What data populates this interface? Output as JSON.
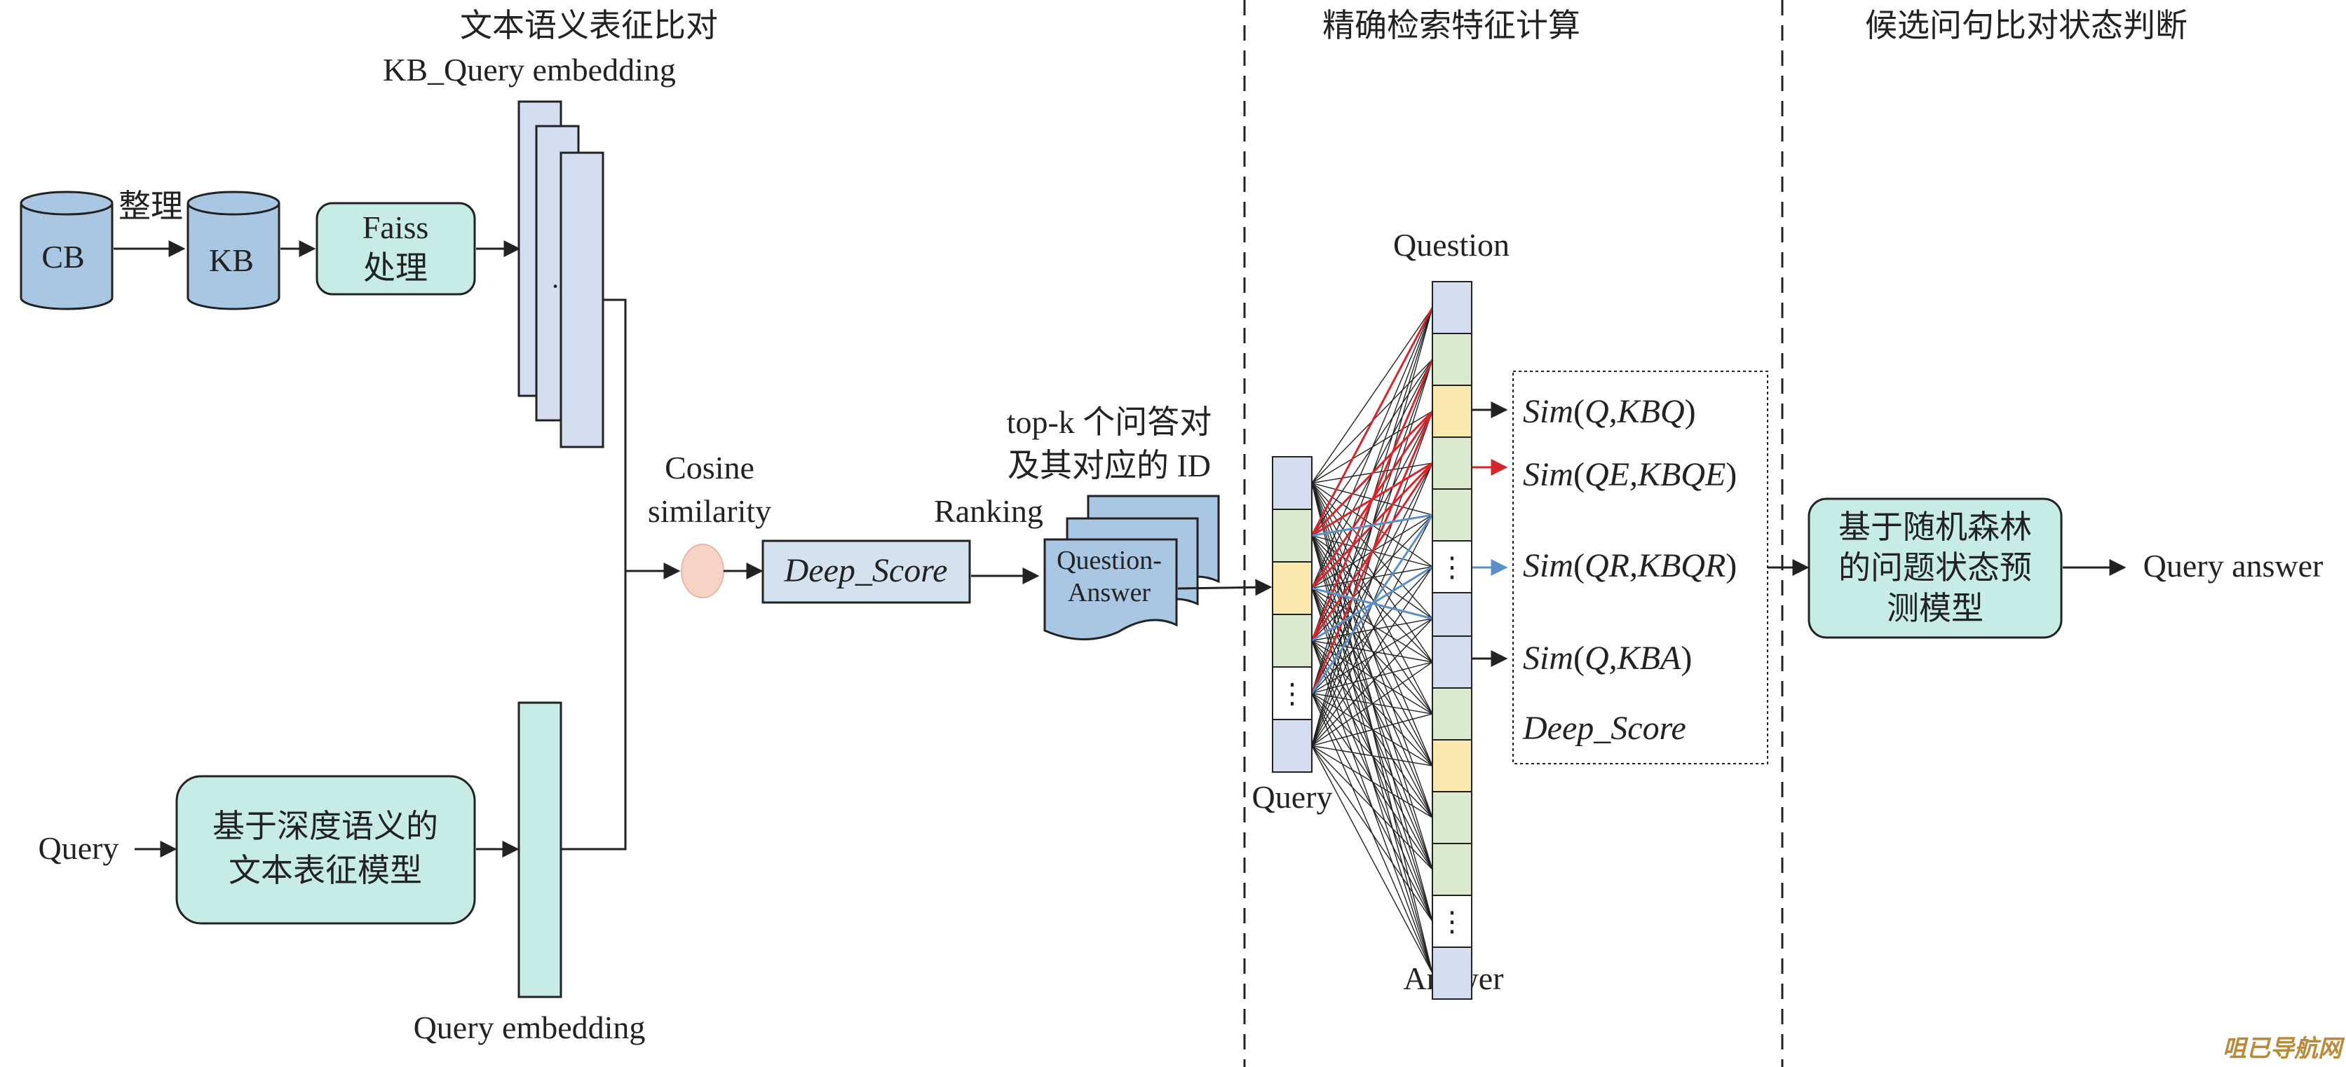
{
  "sections": {
    "s1": "文本语义表征比对",
    "s2": "精确检索特征计算",
    "s3": "候选问句比对状态判断"
  },
  "top": {
    "kb_query_embedding": "KB_Query embedding",
    "cb": "CB",
    "zhengli": "整理",
    "kb": "KB",
    "faiss_1": "Faiss",
    "faiss_2": "处理",
    "dot": "·"
  },
  "bottom": {
    "query": "Query",
    "model_1": "基于深度语义的",
    "model_2": "文本表征模型",
    "query_embedding": "Query embedding"
  },
  "mid": {
    "cosine_1": "Cosine",
    "cosine_2": "similarity",
    "deep_score": "Deep_Score",
    "ranking": "Ranking",
    "topk_1": "top-k 个问答对",
    "topk_2": "及其对应的 ID",
    "qa_1": "Question-",
    "qa_2": "Answer"
  },
  "network": {
    "question": "Question",
    "query": "Query",
    "answer": "Answer",
    "vdots": "⋮"
  },
  "features": [
    {
      "fn": "Sim",
      "args": "Q,KBQ"
    },
    {
      "fn": "Sim",
      "args": "QE,KBQE"
    },
    {
      "fn": "Sim",
      "args": "QR,KBQR"
    },
    {
      "fn": "Sim",
      "args": "Q,KBA"
    },
    {
      "fn": "",
      "args": "Deep_Score"
    }
  ],
  "final": {
    "model_1": "基于随机森林",
    "model_2": "的问题状态预",
    "model_3": "测模型",
    "output": "Query answer"
  },
  "watermark": "咀已导航网",
  "colors": {
    "cylinder": "#a9c6e3",
    "teal_box": "#c7ece6",
    "lavender": "#d5ddf0",
    "green_cell": "#dbe9cf",
    "yellow_cell": "#fbe8ae",
    "red_line": "#d6262b",
    "blue_line": "#5a8fc8",
    "circle": "#f6d3c4"
  }
}
